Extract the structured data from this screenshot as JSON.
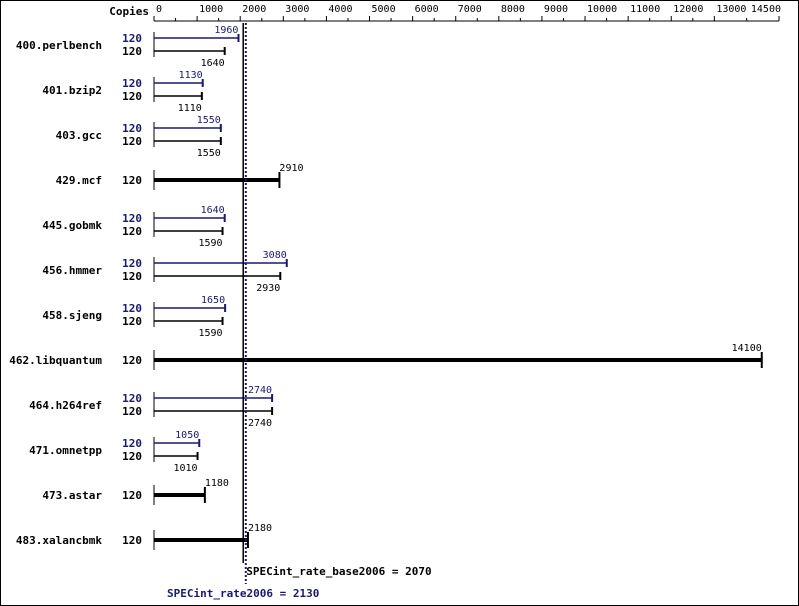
{
  "chart_data": {
    "type": "bar",
    "orientation": "horizontal",
    "copies_header": "Copies",
    "xlim": [
      0,
      14500
    ],
    "x_ticks": [
      0,
      1000,
      2000,
      3000,
      4000,
      5000,
      6000,
      7000,
      8000,
      9000,
      10000,
      11000,
      12000,
      13000,
      14500
    ],
    "colors": {
      "peak": "#191970",
      "base": "#000000"
    },
    "categories": [
      "400.perlbench",
      "401.bzip2",
      "403.gcc",
      "429.mcf",
      "445.gobmk",
      "456.hmmer",
      "458.sjeng",
      "462.libquantum",
      "464.h264ref",
      "471.omnetpp",
      "473.astar",
      "483.xalancbmk"
    ],
    "series": [
      {
        "name": "peak",
        "copies": [
          "120",
          "120",
          "120",
          null,
          "120",
          "120",
          "120",
          null,
          "120",
          "120",
          null,
          null
        ],
        "values": [
          1960,
          1130,
          1550,
          null,
          1640,
          3080,
          1650,
          null,
          2740,
          1050,
          null,
          null
        ]
      },
      {
        "name": "base",
        "copies": [
          "120",
          "120",
          "120",
          "120",
          "120",
          "120",
          "120",
          "120",
          "120",
          "120",
          "120",
          "120"
        ],
        "values": [
          1640,
          1110,
          1550,
          2910,
          1590,
          2930,
          1590,
          14100,
          2740,
          1010,
          1180,
          2180
        ]
      }
    ],
    "reference_lines": [
      {
        "label": "SPECint_rate_base2006 = 2070",
        "value": 2070,
        "color": "#000000"
      },
      {
        "label": "SPECint_rate2006 = 2130",
        "value": 2130,
        "color": "#191970"
      }
    ]
  }
}
